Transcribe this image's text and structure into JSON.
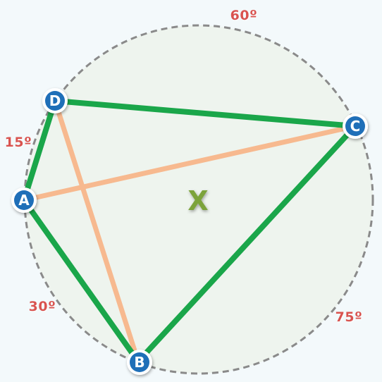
{
  "diagram": {
    "center_label": "X",
    "vertices": [
      {
        "id": "D",
        "label": "D"
      },
      {
        "id": "C",
        "label": "C"
      },
      {
        "id": "A",
        "label": "A"
      },
      {
        "id": "B",
        "label": "B"
      }
    ],
    "arc_labels": [
      {
        "id": "arc-dc",
        "text": "60º"
      },
      {
        "id": "arc-ad",
        "text": "15º"
      },
      {
        "id": "arc-ab",
        "text": "30º"
      },
      {
        "id": "arc-bc",
        "text": "75º"
      }
    ],
    "colors": {
      "background": "#f3f9fb",
      "circle_fill": "#eef4ee",
      "circle_stroke": "#8a8a8a",
      "side": "#1aa64a",
      "diagonal": "#f7b98f",
      "vertex_fill": "#1f6fb8",
      "vertex_ring": "#ffffff",
      "vertex_text": "#ffffff",
      "arc_label": "#d9534f",
      "center_label": "#7ba33a"
    }
  }
}
